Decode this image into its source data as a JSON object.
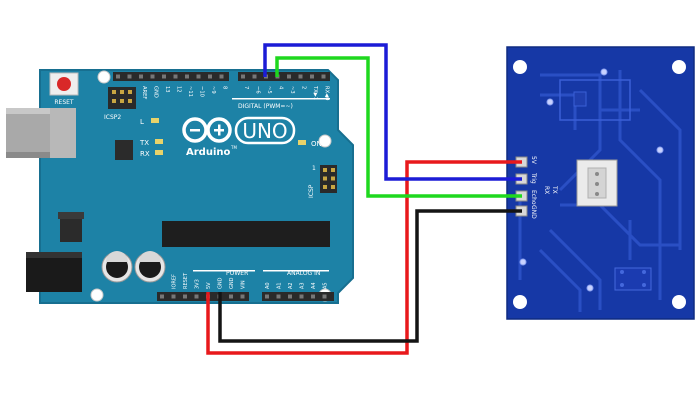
{
  "arduino": {
    "reset_label": "RESET",
    "icsp2_label": "ICSP2",
    "icsp_label": "ICSP",
    "l_label": "L",
    "tx_label": "TX",
    "rx_label": "RX",
    "logo_text": "UNO",
    "brand": "Arduino",
    "trademark": "TM",
    "on_label": "ON",
    "digital_label": "DIGITAL (PWM=~)",
    "power_label": "POWER",
    "analog_label": "ANALOG IN",
    "top_pins": [
      "AREF",
      "GND",
      "13",
      "12",
      "~11",
      "~10",
      "~9",
      "8",
      "7",
      "~6",
      "~5",
      "4",
      "~3",
      "2",
      "TX▶1",
      "RX◀0"
    ],
    "power_pins": [
      "IOREF",
      "RESET",
      "3V3",
      "5V",
      "GND",
      "GND",
      "VIN"
    ],
    "analog_pins": [
      "A0",
      "A1",
      "A2",
      "A3",
      "A4",
      "A5"
    ],
    "icsp_pin_1": "1"
  },
  "sensor": {
    "pin_labels": [
      "5V",
      "Trig",
      "Echo",
      "GND"
    ],
    "tx_label": "TX",
    "rx_label": "RX"
  },
  "wires": [
    {
      "name": "5V",
      "color": "#e8191c"
    },
    {
      "name": "GND",
      "color": "#141414"
    },
    {
      "name": "Trig",
      "color": "#1c1cd6"
    },
    {
      "name": "Echo",
      "color": "#1ed81e"
    }
  ],
  "colors": {
    "board": "#1d82a6",
    "board_edge": "#176f90",
    "sensor_board": "#1638a6",
    "sensor_trace": "#2a4fc4"
  }
}
